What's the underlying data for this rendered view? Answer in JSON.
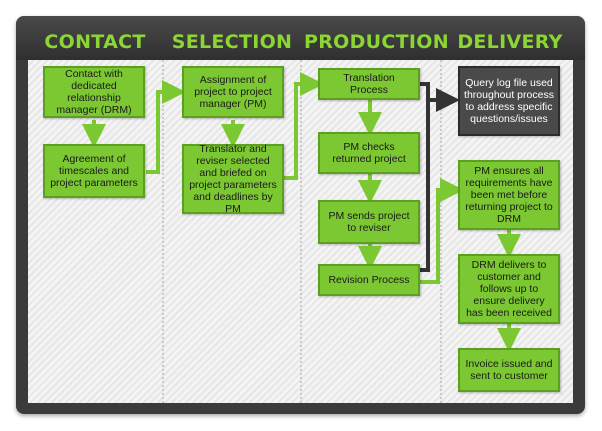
{
  "columns": [
    "CONTACT",
    "SELECTION",
    "PRODUCTION",
    "DELIVERY"
  ],
  "boxes": {
    "contact_drm": "Contact with dedicated relationship manager (DRM)",
    "agreement": "Agreement of timescales and project parameters",
    "assign_pm": "Assignment of project to project manager (PM)",
    "translator": "Translator and reviser selected and briefed on project parameters and deadlines by PM",
    "translation": "Translation Process",
    "pm_checks": "PM checks returned project",
    "pm_sends": "PM sends project to reviser",
    "revision": "Revision Process",
    "query_log": "Query log file used throughout process to address specific questions/issues",
    "pm_ensures": "PM ensures all requirements have been met before returning project to DRM",
    "drm_delivers": "DRM delivers to customer and follows up to ensure delivery has been received",
    "invoice": "Invoice issued and sent to customer"
  },
  "colors": {
    "accent": "#8bd633",
    "box": "#7cc832",
    "dark_box": "#4a4a4a",
    "frame": "#3b3b3b"
  }
}
